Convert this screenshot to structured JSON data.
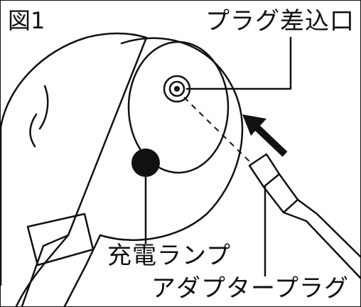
{
  "labels": {
    "figure_number": "図1",
    "plug_port": "プラグ差込口",
    "charge_lamp": "充電ランプ",
    "adapter_plug": "アダプタープラグ"
  },
  "colors": {
    "line": "#111111",
    "lamp": "#111111",
    "background": "#ffffff"
  },
  "icons": {
    "insert_direction": "arrow-up-left-icon"
  }
}
